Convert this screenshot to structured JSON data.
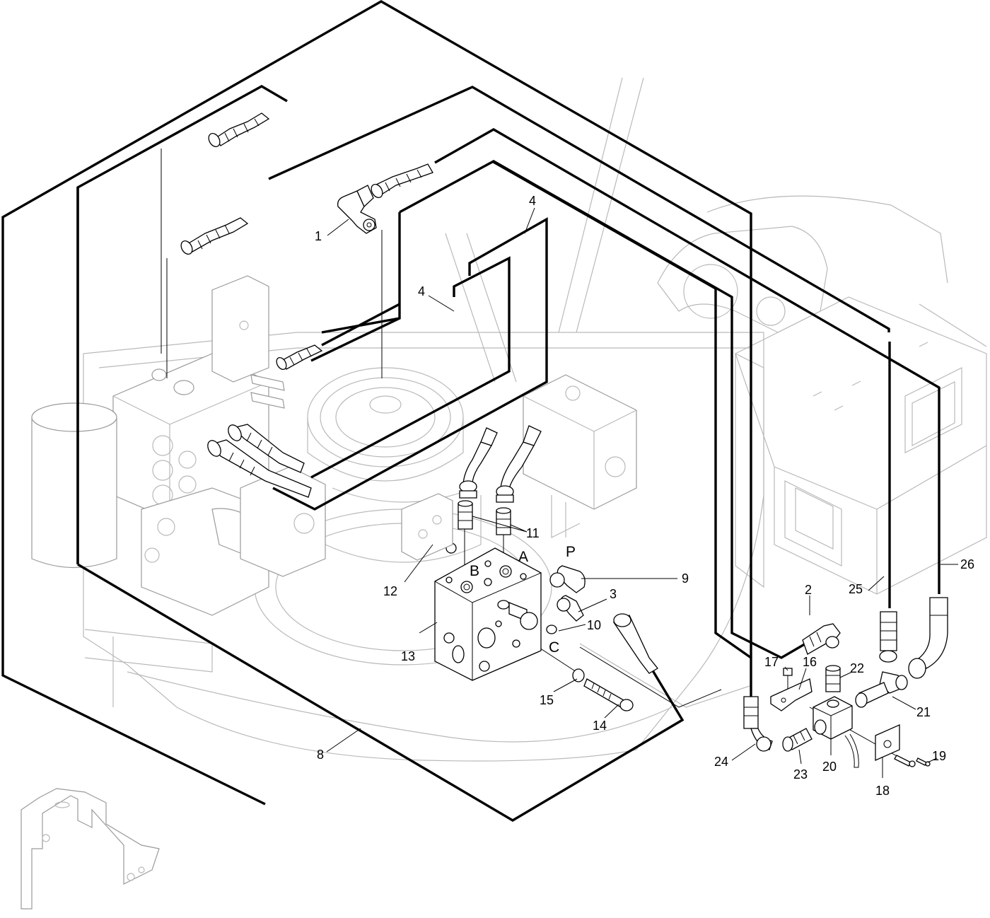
{
  "diagram": {
    "callouts": {
      "c1": "1",
      "c2": "2",
      "c3": "3",
      "c4a": "4",
      "c4b": "4",
      "c8": "8",
      "c9": "9",
      "c10": "10",
      "c11": "11",
      "c12": "12",
      "c13": "13",
      "c14": "14",
      "c15": "15",
      "c16": "16",
      "c17": "17",
      "c18": "18",
      "c19": "19",
      "c20": "20",
      "c21": "21",
      "c22": "22",
      "c23": "23",
      "c24": "24",
      "c25": "25",
      "c26": "26"
    },
    "port_labels": {
      "p": "P",
      "a": "A",
      "b": "B",
      "c": "C"
    }
  }
}
